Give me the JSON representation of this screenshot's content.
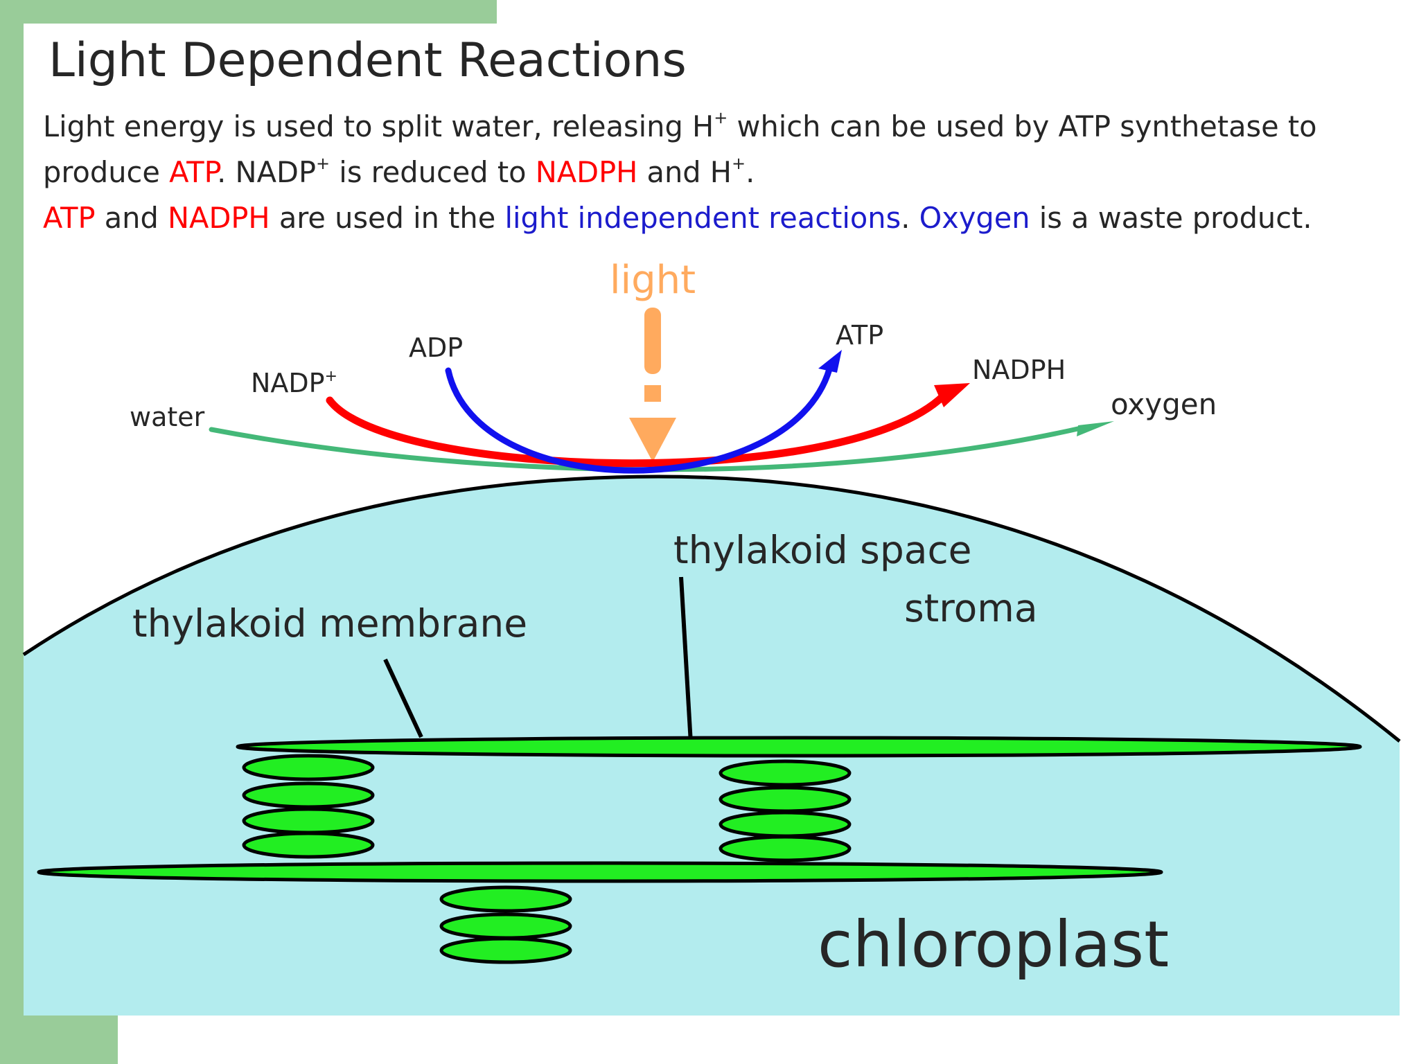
{
  "slide": {
    "title": "Light Dependent Reactions",
    "paragraph": {
      "p1_a": "Light energy is used to split water, releasing H",
      "p1_sup_a": "+",
      "p1_b": " which can be used by ATP synthetase to",
      "p2_a": "produce ",
      "p2_atp": "ATP",
      "p2_b": ". NADP",
      "p2_sup_b": "+",
      "p2_c": " is reduced to ",
      "p2_nadph": "NADPH",
      "p2_d": " and H",
      "p2_sup_d": "+",
      "p2_e": ".",
      "p3_atp": "ATP",
      "p3_a": " and ",
      "p3_nadph": "NADPH",
      "p3_b": " are used in the ",
      "p3_lir": "light independent reactions",
      "p3_c": ". ",
      "p3_oxygen": "Oxygen",
      "p3_d": " is a waste product."
    }
  },
  "diagram": {
    "light_label": "light",
    "water_label": "water",
    "nadp_label": "NADP",
    "nadp_sup": "+",
    "adp_label": "ADP",
    "atp_label": "ATP",
    "nadph_label": "NADPH",
    "oxygen_label": "oxygen",
    "thylakoid_space_label": "thylakoid space",
    "stroma_label": "stroma",
    "thylakoid_membrane_label": "thylakoid membrane",
    "chloroplast_label": "chloroplast"
  },
  "colors": {
    "side_bar": "#99cc99",
    "chloroplast_fill": "#b3ecee",
    "thylakoid_fill": "#22ee22",
    "light_arrow": "#ffaa5e",
    "water_oxygen_arrow": "#44b878",
    "nadp_arrow": "#ff0000",
    "adp_atp_arrow": "#1111ee",
    "highlight_red": "#ff0000",
    "highlight_blue": "#1c1ccc"
  }
}
